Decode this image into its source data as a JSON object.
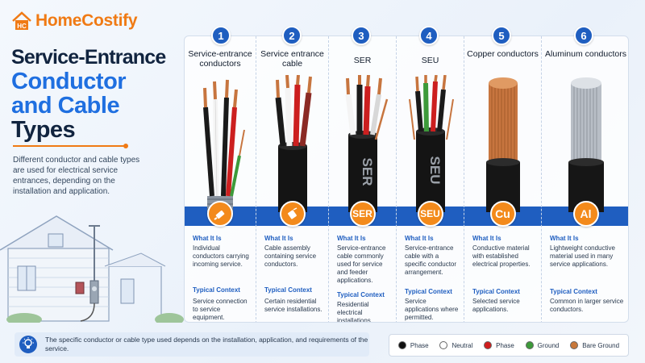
{
  "brand": {
    "name": "HomeCostify",
    "mark_letters": "HC"
  },
  "heading": {
    "line1": "Service-Entrance",
    "line2": "Conductor",
    "line3": "and Cable",
    "line4": "Types"
  },
  "intro": "Different conductor and cable types are used for electrical service entrances, depending on the installation and application.",
  "section_labels": {
    "what": "What It Is",
    "context": "Typical Context"
  },
  "columns": [
    {
      "number": "1",
      "title": "Service-entrance conductors",
      "badge": "",
      "badge_icon": "cable-plug-icon",
      "what": "Individual conductors carrying incoming service.",
      "context": "Service connection to service equipment."
    },
    {
      "number": "2",
      "title": "Service entrance cable",
      "badge": "",
      "badge_icon": "cable-assembly-icon",
      "what": "Cable assembly containing service conductors.",
      "context": "Certain residential service installations."
    },
    {
      "number": "3",
      "title": "SER",
      "badge": "SER",
      "jacket_text": "SER",
      "what": "Service-entrance cable commonly used for service and feeder applications.",
      "context": "Residential electrical installations."
    },
    {
      "number": "4",
      "title": "SEU",
      "badge": "SEU",
      "jacket_text": "SEU",
      "what": "Service-entrance cable with a specific conductor arrangement.",
      "context": "Service applications where permitted."
    },
    {
      "number": "5",
      "title": "Copper conductors",
      "badge": "Cu",
      "what": "Conductive material with established electrical properties.",
      "context": "Selected service applications."
    },
    {
      "number": "6",
      "title": "Aluminum conductors",
      "badge": "Al",
      "what": "Lightweight conductive material used in many service applications.",
      "context": "Common in larger service conductors."
    }
  ],
  "note": "The specific conductor or cable type used depends on the installation, application, and requirements of the service.",
  "legend": [
    {
      "label": "Phase",
      "color": "#111111"
    },
    {
      "label": "Neutral",
      "color": "#ffffff"
    },
    {
      "label": "Phase",
      "color": "#d01d1d"
    },
    {
      "label": "Ground",
      "color": "#3d9a3a"
    },
    {
      "label": "Bare Ground",
      "color": "#c8783a"
    }
  ],
  "colors": {
    "brand": "#f07a14",
    "accent": "#1f5ec0",
    "badge": "#f38a1b",
    "copper": "#c7753f",
    "aluminum": "#b8bec6"
  }
}
